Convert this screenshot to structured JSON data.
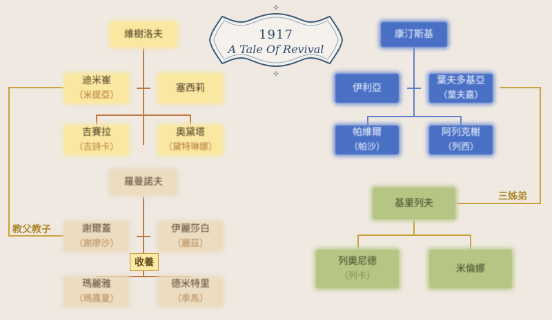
{
  "title": {
    "year": "1917",
    "subtitle": "A Tale Of Revival"
  },
  "left_tree": {
    "root": "維樹洛夫",
    "parent1": {
      "name": "迪米崔",
      "alias": "（米提亞）"
    },
    "parent2": {
      "name": "塞西莉"
    },
    "child1": {
      "name": "吉賽拉",
      "alias": "（吉詩卡）"
    },
    "child2": {
      "name": "奧黛塔",
      "alias": "（黛特琳娜）"
    }
  },
  "lower_left_tree": {
    "root": "羅曼諾夫",
    "parent1": {
      "name": "謝爾蓋",
      "alias": "（謝廖沙）"
    },
    "parent2": {
      "name": "伊麗莎白",
      "alias": "（麗茲）"
    },
    "child1": {
      "name": "瑪麗雅",
      "alias": "（瑪露夏）"
    },
    "child2": {
      "name": "德米特里",
      "alias": "（季馬）"
    }
  },
  "right_tree": {
    "root": "康汀斯基",
    "parent1": {
      "name": "伊利亞"
    },
    "parent2": {
      "name": "葉夫多基亞",
      "alias": "（葉夫嘉）"
    },
    "child1": {
      "name": "帕維爾",
      "alias": "（帕沙）"
    },
    "child2": {
      "name": "阿列克榭",
      "alias": "（列西）"
    }
  },
  "lower_right_tree": {
    "root": "基里列夫",
    "child1": {
      "name": "列奧尼德",
      "alias": "（列卡）"
    },
    "child2": {
      "name": "米倫娜"
    }
  },
  "relation_labels": {
    "godparent": "教父教子",
    "siblings": "三姊弟",
    "adopted": "收養"
  },
  "colors": {
    "background": "#efe9e1",
    "gold_line": "#c9a23c",
    "brown_line": "#c0793e",
    "blue_line": "#5f7fc6"
  }
}
